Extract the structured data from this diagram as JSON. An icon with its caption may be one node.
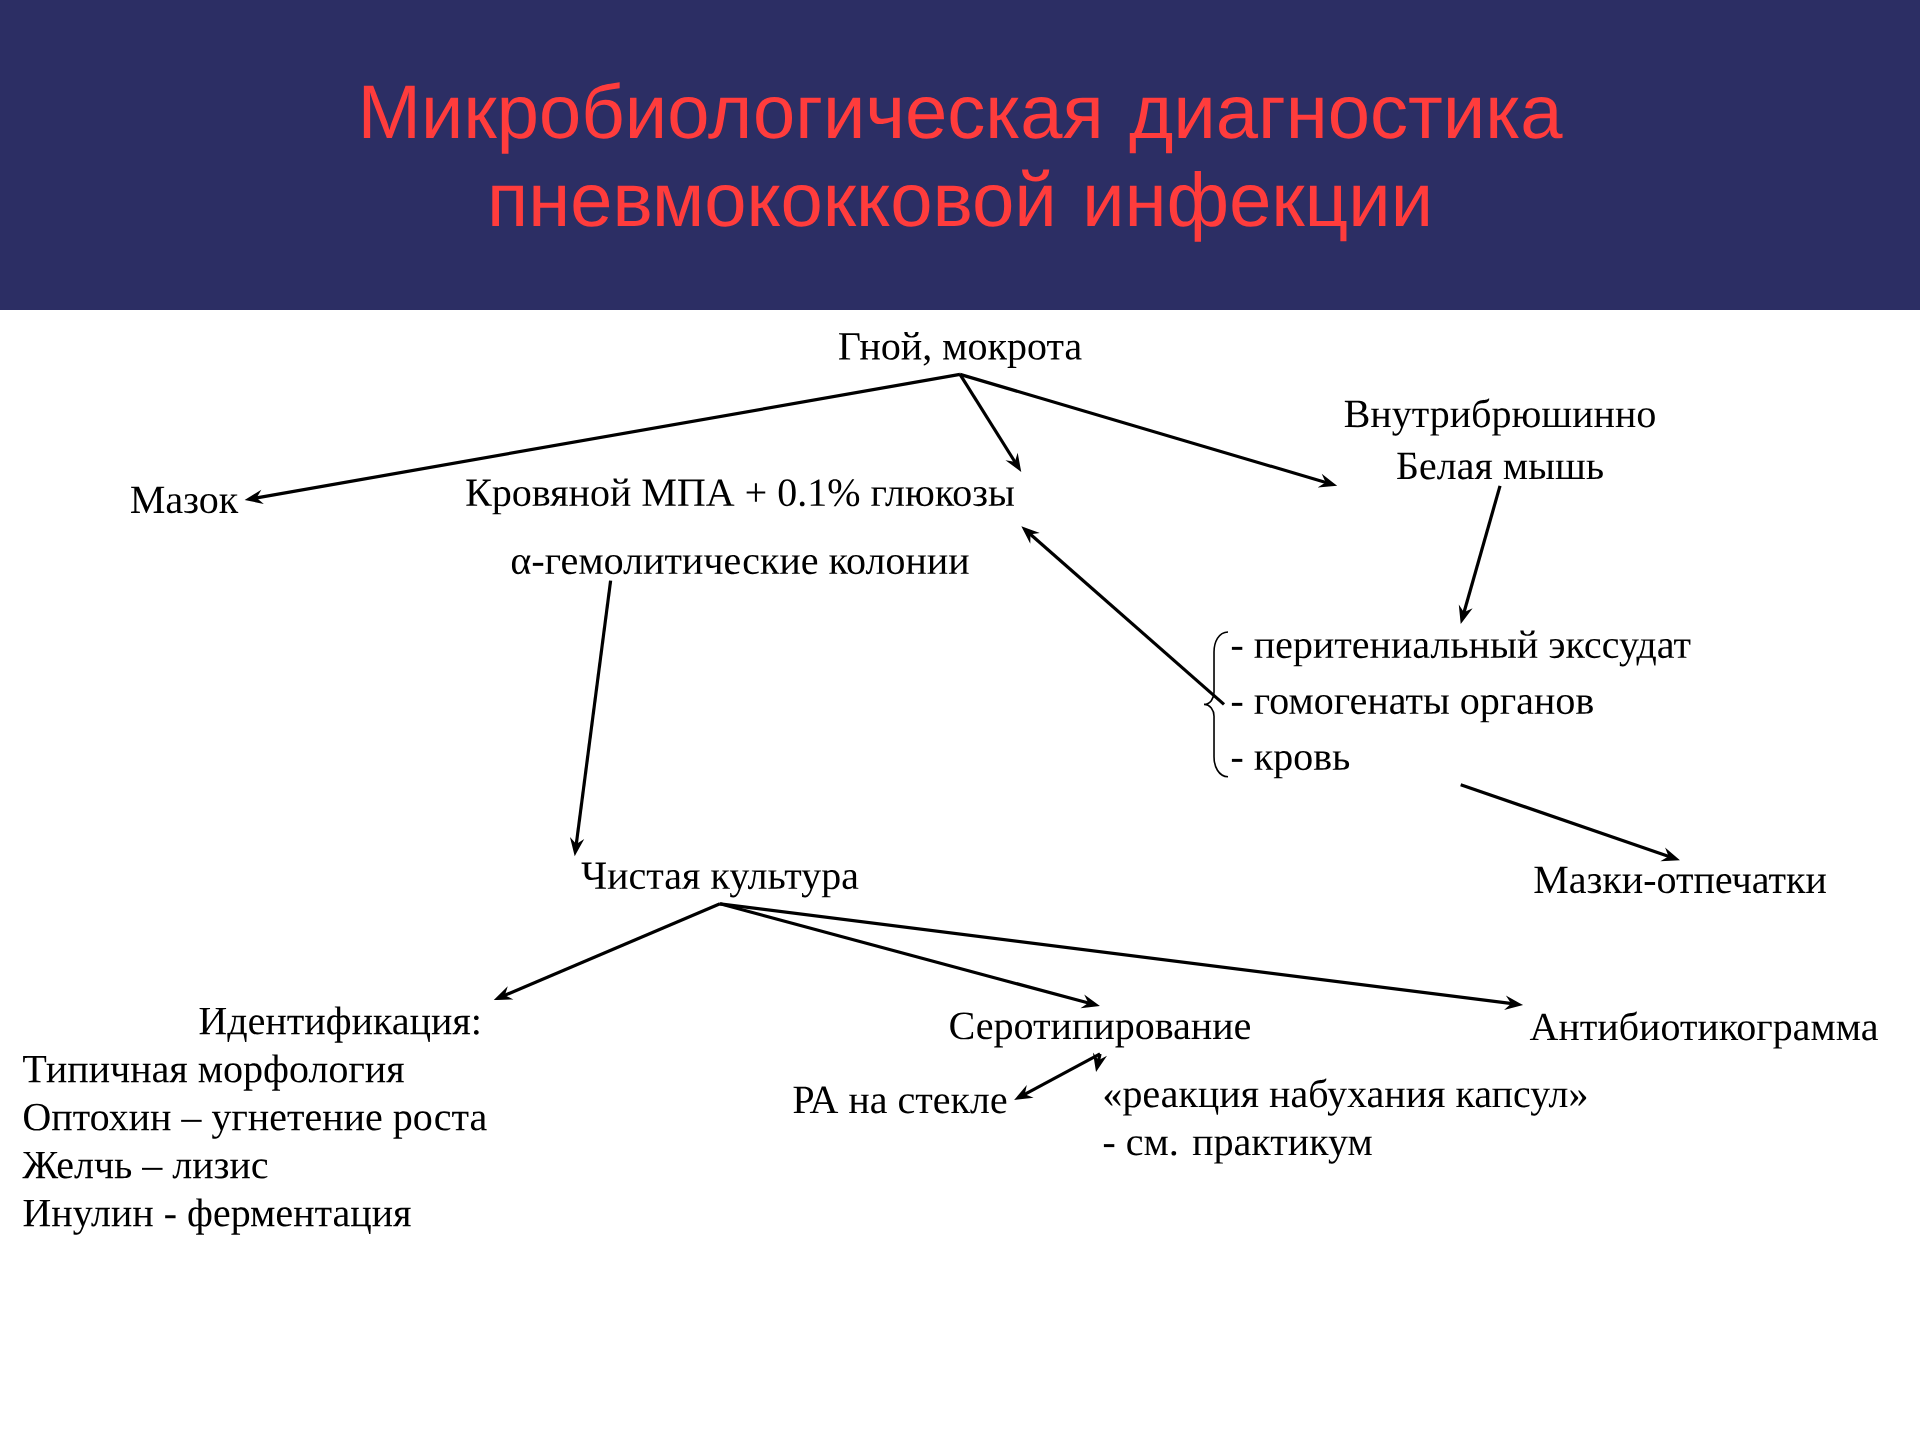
{
  "diagram": {
    "title": "Микробиологическая диагностика пневмококковой инфекции",
    "nodes": [
      {
        "text": [
          "Гной, мокрота"
        ]
      },
      {
        "text": [
          "Мазок"
        ]
      },
      {
        "text": [
          "Кровяной МПА + 0.1% глюкозы",
          "α-гемолитические колонии"
        ]
      },
      {
        "text": [
          "Внутрибрюшинно",
          "Белая мышь"
        ]
      },
      {
        "text": [
          "- перитениальный экссудат",
          "- гомогенаты органов",
          "- кровь"
        ]
      },
      {
        "text": [
          "Мазки-отпечатки"
        ]
      },
      {
        "text": [
          "Чистая культура"
        ]
      },
      {
        "text": [
          "Идентификация:",
          "Типичная морфология",
          "Оптохин – угнетение роста",
          "Желчь – лизис",
          "Инулин - ферментация"
        ]
      },
      {
        "text": [
          "Серотипирование"
        ]
      },
      {
        "text": [
          "Антибиотикограмма"
        ]
      },
      {
        "text": [
          "РА на стекле"
        ]
      },
      {
        "text": [
          "«реакция набухания капсул»",
          "- см. практикум"
        ]
      }
    ],
    "edges": [
      {
        "from": 0,
        "to": 1,
        "arrow": "to"
      },
      {
        "from": 0,
        "to": 2,
        "arrow": "to"
      },
      {
        "from": 0,
        "to": 3,
        "arrow": "to"
      },
      {
        "from": 3,
        "to": 4,
        "arrow": "to"
      },
      {
        "from": 4,
        "to": 2,
        "arrow": "to"
      },
      {
        "from": 4,
        "to": 5,
        "arrow": "to"
      },
      {
        "from": 2,
        "to": 6,
        "arrow": "to"
      },
      {
        "from": 6,
        "to": 7,
        "arrow": "to"
      },
      {
        "from": 6,
        "to": 8,
        "arrow": "to"
      },
      {
        "from": 6,
        "to": 9,
        "arrow": "to"
      },
      {
        "from": 8,
        "to": 10,
        "arrow": "to"
      },
      {
        "from": 8,
        "to": 11,
        "arrow": "to"
      }
    ]
  }
}
